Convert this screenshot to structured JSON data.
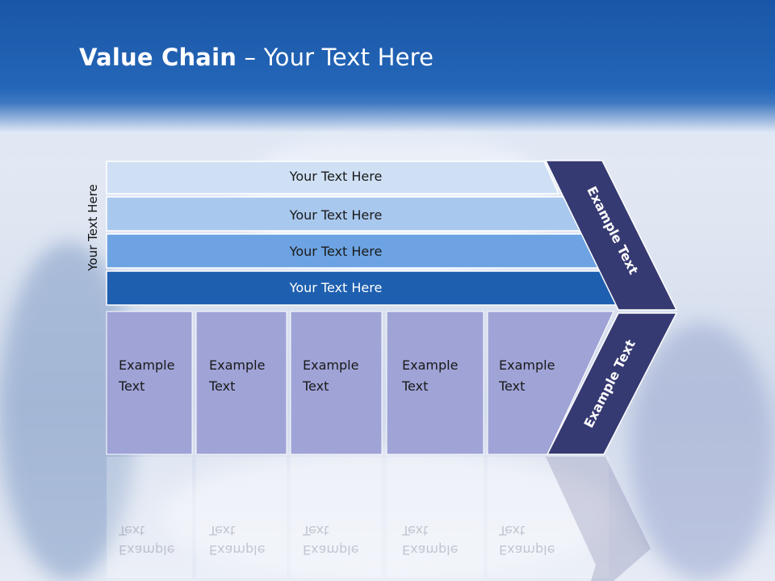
{
  "title": {
    "bold": "Value Chain",
    "rest": " – Your Text Here"
  },
  "side_label": "Your Text Here",
  "bars": [
    {
      "label": "Your Text Here",
      "fill": "#cfe0f5",
      "text_color": "#1a1a1a"
    },
    {
      "label": "Your Text Here",
      "fill": "#a9c8ee",
      "text_color": "#1a1a1a"
    },
    {
      "label": "Your Text Here",
      "fill": "#6da3e2",
      "text_color": "#1a1a1a"
    },
    {
      "label": "Your Text Here",
      "fill": "#1e5fb0",
      "text_color": "#ffffff"
    }
  ],
  "boxes": [
    {
      "line1": "Example",
      "line2": "Text"
    },
    {
      "line1": "Example",
      "line2": "Text"
    },
    {
      "line1": "Example",
      "line2": "Text"
    },
    {
      "line1": "Example",
      "line2": "Text"
    },
    {
      "line1": "Example",
      "line2": "Text"
    }
  ],
  "arrow_upper_label": "Example Text",
  "arrow_lower_label": "Example Text",
  "colors": {
    "box_fill": "#9fa3d6",
    "arrow_fill": "#363a72",
    "header_blue": "#1a56a6"
  }
}
